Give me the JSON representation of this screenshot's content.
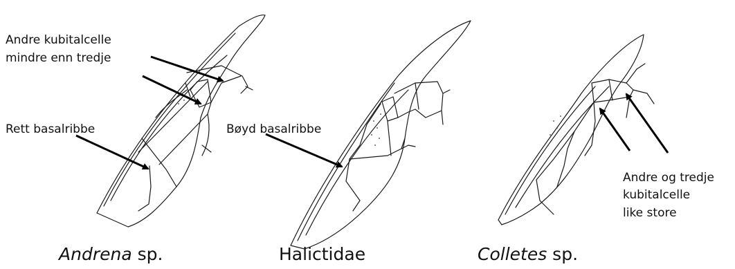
{
  "labels": {
    "andrena_cell_line1": "Andre kubitalcelle",
    "andrena_cell_line2": "mindre enn tredje",
    "andrena_basal": "Rett basalribbe",
    "halictidae_basal": "Bøyd basalribbe",
    "colletes_cells_line1": "Andre og tredje",
    "colletes_cells_line2": "kubitalcelle",
    "colletes_cells_line3": "like store"
  },
  "captions": {
    "andrena_name": "Andrena",
    "andrena_suffix": " sp.",
    "halictidae": "Halictidae",
    "colletes_name": "Colletes",
    "colletes_suffix": " sp."
  }
}
